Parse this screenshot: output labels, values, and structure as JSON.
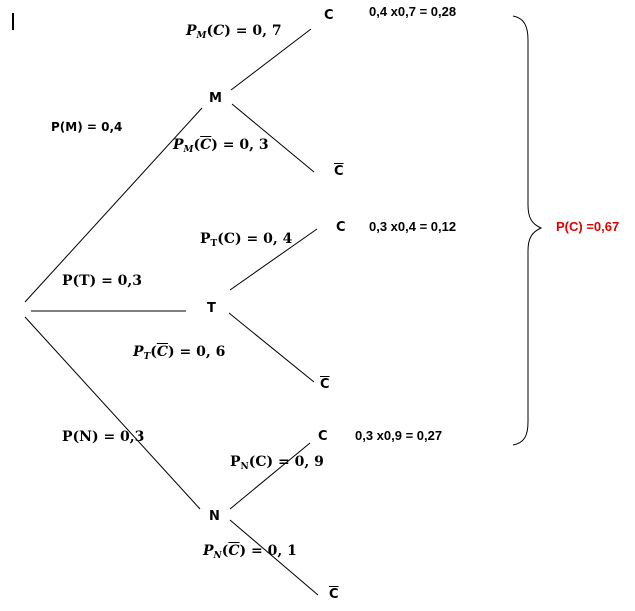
{
  "colors": {
    "line": "#000000",
    "total": "#e00000"
  },
  "nodes": {
    "m": "M",
    "t": "T",
    "n": "N",
    "m_c": "C",
    "m_cbar": "C",
    "t_c": "C",
    "t_cbar": "C",
    "n_c": "C",
    "n_cbar": "C"
  },
  "labels": {
    "p_m": "P(M) = 0,4",
    "p_t": "P(T) = 0,3",
    "p_n": "P(N) = 0,3",
    "pm_c": {
      "sub": "M",
      "event": "C",
      "value": "0, 7"
    },
    "pm_cbar": {
      "sub": "M",
      "event": "C",
      "value": "0, 3"
    },
    "pt_c": {
      "sub": "T",
      "event": "C",
      "value": "0, 4"
    },
    "pt_cbar": {
      "sub": "T",
      "event": "C",
      "value": "0, 6"
    },
    "pn_c": {
      "sub": "N",
      "event": "C",
      "value": "0, 9"
    },
    "pn_cbar": {
      "sub": "N",
      "event": "C",
      "value": "0, 1"
    }
  },
  "calculations": {
    "m": "0,4 x0,7 = 0,28",
    "t": "0,3 x0,4 = 0,12",
    "n": "0,3 x0,9 = 0,27"
  },
  "total": "P(C) =0,67"
}
